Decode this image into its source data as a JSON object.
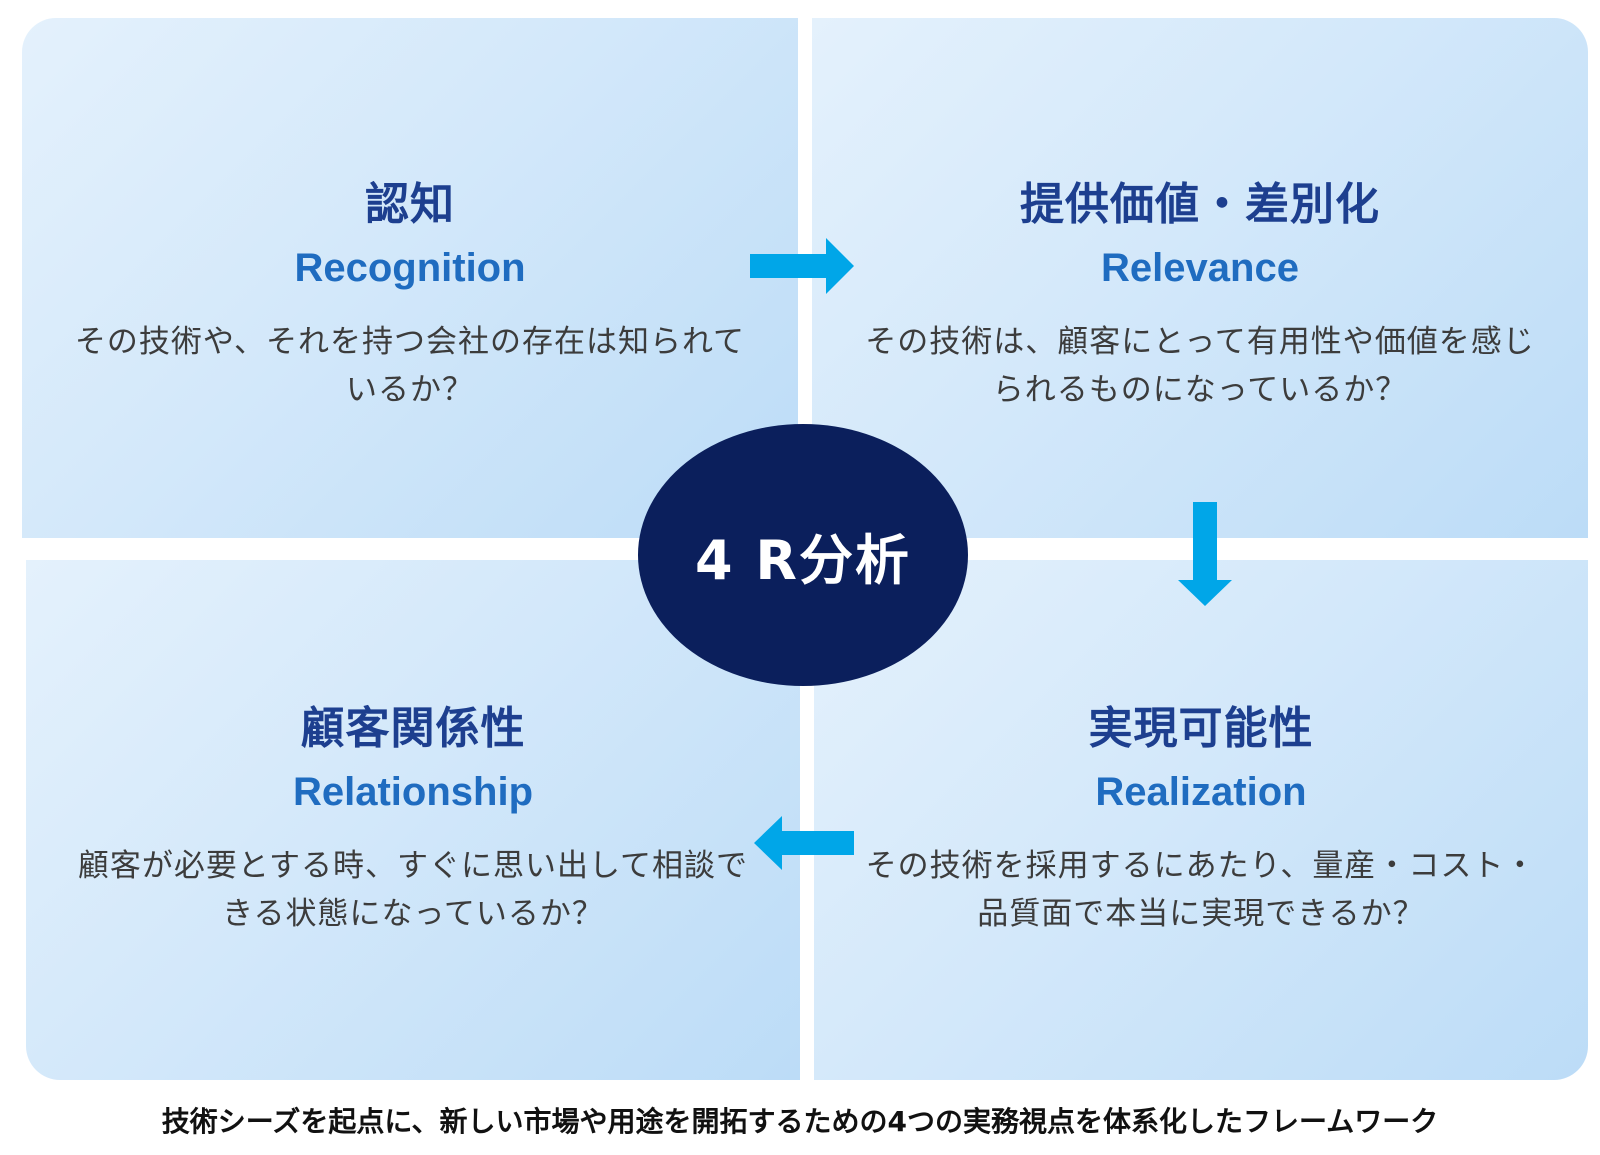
{
  "center": {
    "label": "4 R分析",
    "color": "#0b1f5c"
  },
  "quadrants": {
    "recognition": {
      "title": "認知",
      "subtitle": "Recognition",
      "description": "その技術や、それを持つ会社の存在は知られているか？"
    },
    "relevance": {
      "title": "提供価値・差別化",
      "subtitle": "Relevance",
      "description": "その技術は、顧客にとって有用性や価値を感じられるものになっているか？"
    },
    "relationship": {
      "title": "顧客関係性",
      "subtitle": "Relationship",
      "description": "顧客が必要とする時、すぐに思い出して相談できる状態になっているか？"
    },
    "realization": {
      "title": "実現可能性",
      "subtitle": "Realization",
      "description": "その技術を採用するにあたり、量産・コスト・品質面で本当に実現できるか？"
    }
  },
  "caption": "技術シーズを起点に、新しい市場や用途を開拓するための4つの実務視点を体系化したフレームワーク",
  "colors": {
    "title": "#1d3f8f",
    "subtitle": "#1f6cc0",
    "arrow": "#00a6e8",
    "panel_light": "#e4f1fc",
    "panel_dark": "#bcdcf7"
  },
  "arrows": [
    {
      "name": "recognition-to-relevance",
      "direction": "right"
    },
    {
      "name": "relevance-to-realization",
      "direction": "down"
    },
    {
      "name": "realization-to-relationship",
      "direction": "left"
    }
  ]
}
